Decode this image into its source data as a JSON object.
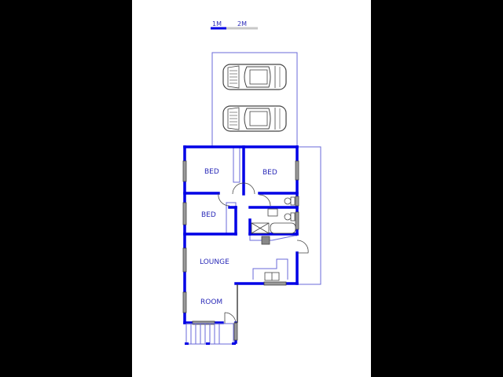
{
  "plan": {
    "scale_bar": {
      "label_1": "1M",
      "label_2": "2M"
    },
    "rooms": [
      {
        "name": "BED",
        "id": "bed-1"
      },
      {
        "name": "BED",
        "id": "bed-2"
      },
      {
        "name": "BED",
        "id": "bed-3"
      },
      {
        "name": "LOUNGE",
        "id": "lounge"
      },
      {
        "name": "ROOM",
        "id": "room"
      }
    ],
    "garage": {
      "cars": 2
    },
    "colors": {
      "wall": "#0000e6",
      "outline": "#6a6ad8",
      "fixture": "#808080",
      "background": "#ffffff",
      "matte": "#000000"
    }
  }
}
